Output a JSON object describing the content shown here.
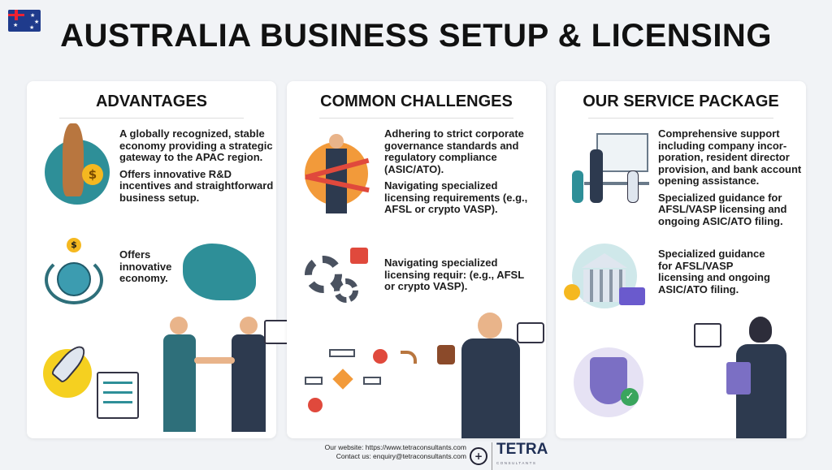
{
  "title": "AUSTRALIA BUSINESS SETUP & LICENSING",
  "colors": {
    "teal": "#2e8f98",
    "orange": "#f29a3a",
    "red": "#e0493c",
    "navy": "#2d3a4f",
    "gold": "#f5b820"
  },
  "columns": [
    {
      "heading": "ADVANTAGES",
      "items": [
        "A globally recognized, stable economy providing a strategic gateway to the APAC region.",
        "Offers innovative R&D incentives and straightforward business setup.",
        "Offers innovative economy."
      ],
      "icons": [
        "kangaroo-money-bag-icon",
        "globe-laurel-dollar-icon",
        "asia-map-icon",
        "rocket-icon",
        "checklist-icon",
        "handshake-businessmen-icon",
        "growth-chart-icon"
      ]
    },
    {
      "heading": "COMMON CHALLENGES",
      "items": [
        "Adhering to strict corporate governance standards and regulatory compliance (ASIC/ATO).",
        "Navigating specialized licensing requirements (e.g., AFSL or crypto VASP).",
        "Navigating specialized licensing requir: (e.g., AFSL or crypto VASP)."
      ],
      "icons": [
        "businessman-red-tape-icon",
        "gears-lock-icon",
        "flowchart-icon",
        "boomerang-icon",
        "businessman-stamp-icon"
      ]
    },
    {
      "heading": "OUR SERVICE PACKAGE",
      "items": [
        "Comprehensive support including company incor-poration, resident director provision, and bank account opening assistance.",
        "Specialized guidance for AFSL/VASP licensing and ongoing ASIC/ATO filing.",
        "Specialized guidance for AFSL/VASP licensing and ongoing ASIC/ATO filing."
      ],
      "icons": [
        "team-meeting-icon",
        "bank-building-icon",
        "shield-check-icon",
        "businesswoman-clipboard-icon"
      ]
    }
  ],
  "footer": {
    "website": "Our website: https://www.tetraconsultants.com",
    "contact": "Contact us: enquiry@tetraconsultants.com",
    "brand": "TETRA",
    "brand_sub": "CONSULTANTS"
  }
}
